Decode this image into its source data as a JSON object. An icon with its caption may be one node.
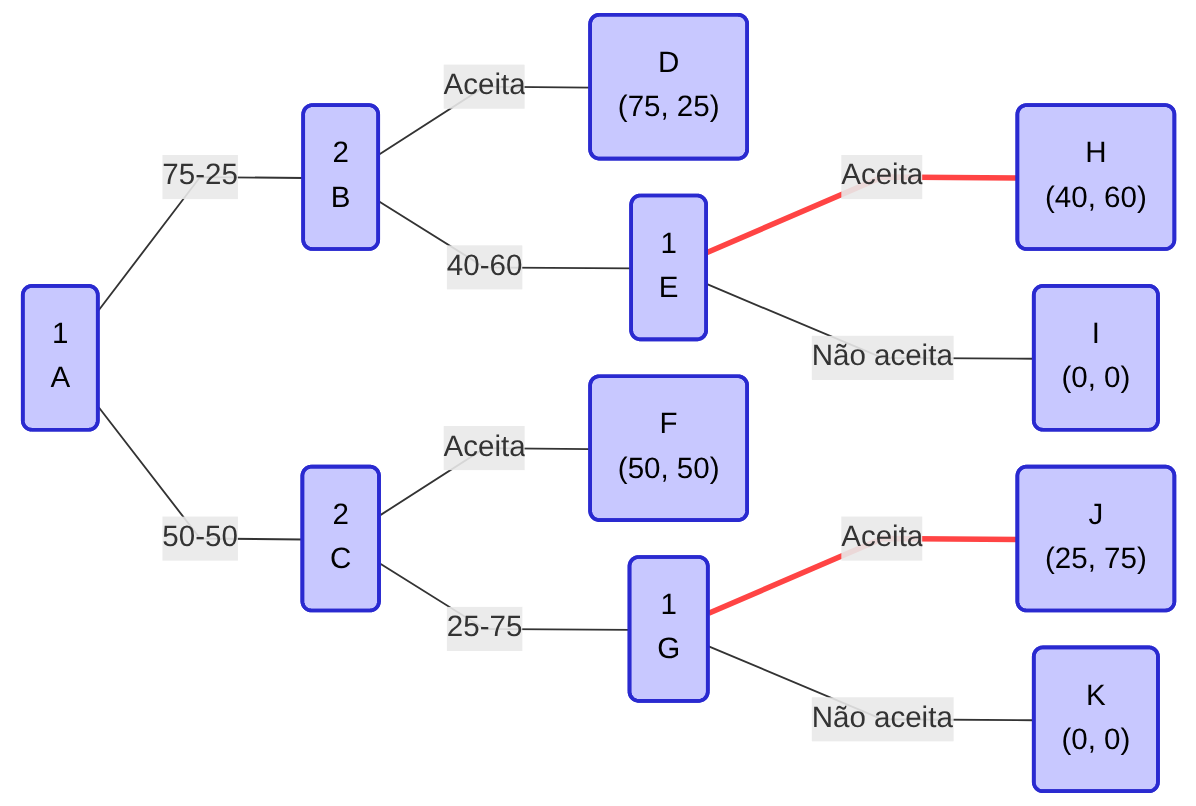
{
  "diagram": {
    "nodes": [
      {
        "text": [
          "1",
          "A"
        ]
      },
      {
        "text": [
          "2",
          "B"
        ]
      },
      {
        "text": [
          "2",
          "C"
        ]
      },
      {
        "text": [
          "D",
          "(75, 25)"
        ]
      },
      {
        "text": [
          "1",
          "E"
        ]
      },
      {
        "text": [
          "F",
          "(50, 50)"
        ]
      },
      {
        "text": [
          "1",
          "G"
        ]
      },
      {
        "text": [
          "H",
          "(40, 60)"
        ]
      },
      {
        "text": [
          "I",
          "(0, 0)"
        ]
      },
      {
        "text": [
          "J",
          "(25, 75)"
        ]
      },
      {
        "text": [
          "K",
          "(0, 0)"
        ]
      }
    ],
    "edges": [
      {
        "from": 0,
        "to": 1,
        "arrow": "none",
        "label": "75-25"
      },
      {
        "from": 0,
        "to": 2,
        "arrow": "none",
        "label": "50-50"
      },
      {
        "from": 1,
        "to": 3,
        "arrow": "none",
        "label": "Aceita"
      },
      {
        "from": 1,
        "to": 4,
        "arrow": "none",
        "label": "40-60"
      },
      {
        "from": 4,
        "to": 7,
        "arrow": "none",
        "label": "Aceita",
        "style": "thick",
        "color": "#ff4444"
      },
      {
        "from": 4,
        "to": 8,
        "arrow": "none",
        "label": "Não aceita"
      },
      {
        "from": 2,
        "to": 5,
        "arrow": "none",
        "label": "Aceita"
      },
      {
        "from": 2,
        "to": 6,
        "arrow": "none",
        "label": "25-75"
      },
      {
        "from": 6,
        "to": 9,
        "arrow": "none",
        "label": "Aceita",
        "style": "thick",
        "color": "#ff4444"
      },
      {
        "from": 6,
        "to": 10,
        "arrow": "none",
        "label": "Não aceita"
      }
    ]
  }
}
